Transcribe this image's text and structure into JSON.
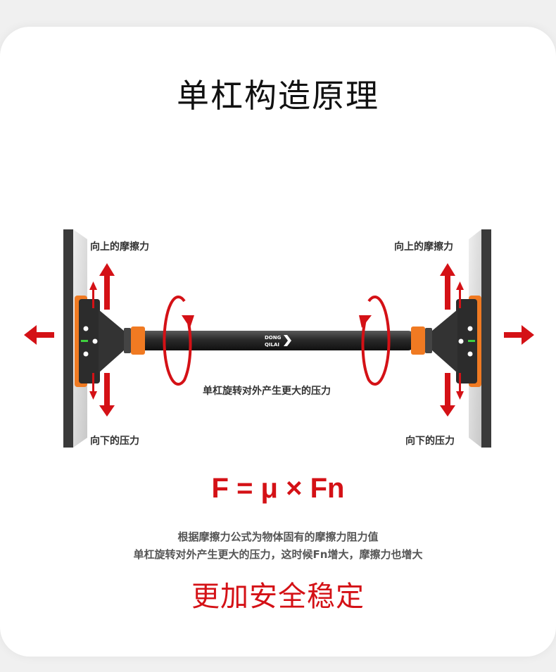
{
  "title": "单杠构造原理",
  "labels": {
    "upward_friction_left": "向上的摩擦力",
    "upward_friction_right": "向上的摩擦力",
    "downward_pressure_left": "向下的压力",
    "downward_pressure_right": "向下的压力",
    "rotation_note": "单杠旋转对外产生更大的压力"
  },
  "brand": {
    "line1": "DONG",
    "line2": "QILAI"
  },
  "formula": "F = μ × Fn",
  "description": {
    "line1": "根据摩擦力公式为物体固有的摩擦力阻力值",
    "line2": "单杠旋转对外产生更大的压力，这时候Fn增大，摩擦力也增大"
  },
  "slogan": "更加安全稳定",
  "colors": {
    "accent_red": "#d41116",
    "bar_dark": "#2c2c2c",
    "orange": "#f07a22",
    "wall_gray": "#d8d8d8",
    "wall_edge": "#3a3a3a"
  }
}
